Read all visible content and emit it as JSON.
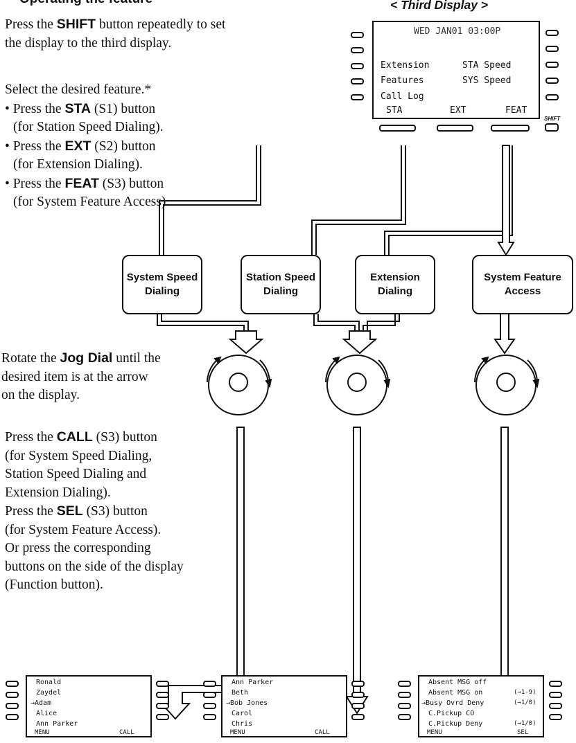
{
  "heading": "Operating the feature",
  "third_display": {
    "title": "< Third Display >",
    "date_line": "WED JAN01 03:00P",
    "rows": [
      {
        "left": "Extension",
        "right": "STA Speed"
      },
      {
        "left": "Features",
        "right": "SYS Speed"
      },
      {
        "left": "Call Log",
        "right": ""
      }
    ],
    "softkeys": [
      "STA",
      "EXT",
      "FEAT"
    ],
    "shift_label": "SHIFT"
  },
  "steps": {
    "shift_line1_pre": "Press the ",
    "shift_key": "SHIFT",
    "shift_line1_post": " button repeatedly to set",
    "shift_line2": "the display to the third display.",
    "select_intro": "Select the desired feature.*",
    "sta_pre": "• Press the ",
    "sta_key": "STA",
    "sta_post": " (S1) button",
    "sta_note": "(for Station Speed Dialing).",
    "ext_pre": "• Press the ",
    "ext_key": "EXT",
    "ext_post": " (S2) button",
    "ext_note": "(for Extension Dialing).",
    "feat_pre": "• Press the ",
    "feat_key": "FEAT",
    "feat_post": " (S3) button",
    "feat_note": "(for System Feature Access).",
    "jog_pre": "Rotate the ",
    "jog_key": "Jog Dial",
    "jog_post": " until the",
    "jog_line2": "desired item is at the arrow",
    "jog_line3": "on the display.",
    "call_pre": "Press the ",
    "call_key": "CALL",
    "call_post": " (S3) button",
    "call_line2": "(for System Speed Dialing,",
    "call_line3": "Station Speed Dialing and",
    "call_line4": "Extension Dialing).",
    "sel_pre": "Press the ",
    "sel_key": "SEL",
    "sel_post": " (S3) button",
    "sel_line2": "(for System Feature Access).",
    "func_line1": "Or press the corresponding",
    "func_line2": "buttons on the side of the display",
    "func_line3": "(Function button)."
  },
  "features": [
    {
      "label": "System Speed\nDialing"
    },
    {
      "label": "Station Speed\nDialing"
    },
    {
      "label": "Extension\nDialing"
    },
    {
      "label": "System Feature\nAccess"
    }
  ],
  "result_displays": [
    {
      "lines": [
        "Ronald",
        "Zaydel",
        "→Adam",
        "Alice",
        "Ann Parker"
      ],
      "menu": "MENU",
      "action": "CALL",
      "extras": [
        "",
        "",
        "",
        "",
        ""
      ]
    },
    {
      "lines": [
        "Ann Parker",
        "Beth",
        "→Bob Jones",
        "Carol",
        "Chris"
      ],
      "menu": "MENU",
      "action": "CALL",
      "extras": [
        "",
        "",
        "",
        "",
        ""
      ]
    },
    {
      "lines": [
        "Absent MSG off",
        "Absent MSG on",
        "→Busy Ovrd Deny",
        "C.Pickup CO",
        "C.Pickup Deny"
      ],
      "menu": "MENU",
      "action": "SEL",
      "extras": [
        "",
        "(→1-9)",
        "(→1/0)",
        "",
        "(→1/0)"
      ]
    }
  ]
}
